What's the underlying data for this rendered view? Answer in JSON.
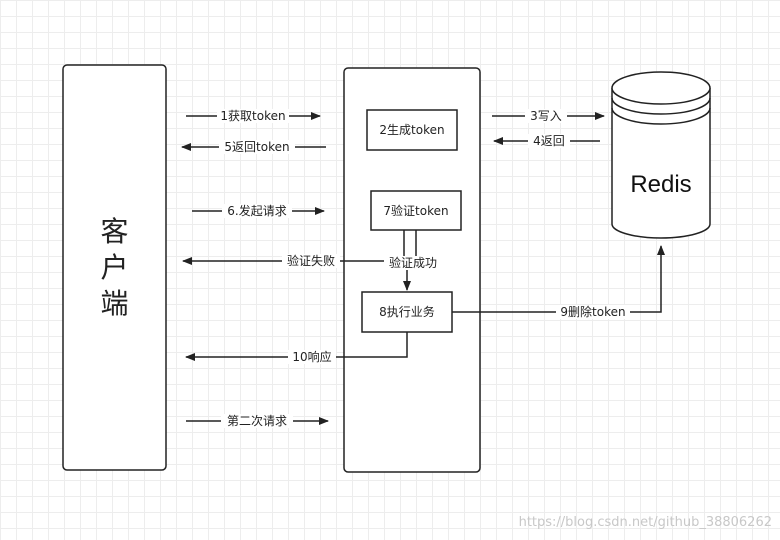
{
  "client": {
    "label_chars": [
      "客",
      "户",
      "端"
    ]
  },
  "redis": {
    "label": "Redis"
  },
  "server": {
    "boxes": {
      "generate_token": "2生成token",
      "verify_token": "7验证token",
      "execute_business": "8执行业务"
    }
  },
  "arrows": {
    "get_token": "1获取token",
    "write": "3写入",
    "return": "4返回",
    "return_token": "5返回token",
    "send_request": "6.发起请求",
    "verify_failed": "验证失败",
    "verify_success": "验证成功",
    "delete_token": "9删除token",
    "response": "10响应",
    "second_request": "第二次请求"
  },
  "watermark": "https://blog.csdn.net/github_38806262",
  "colors": {
    "stroke": "#222222",
    "fill": "#ffffff",
    "watermark": "#c8c8c8"
  }
}
